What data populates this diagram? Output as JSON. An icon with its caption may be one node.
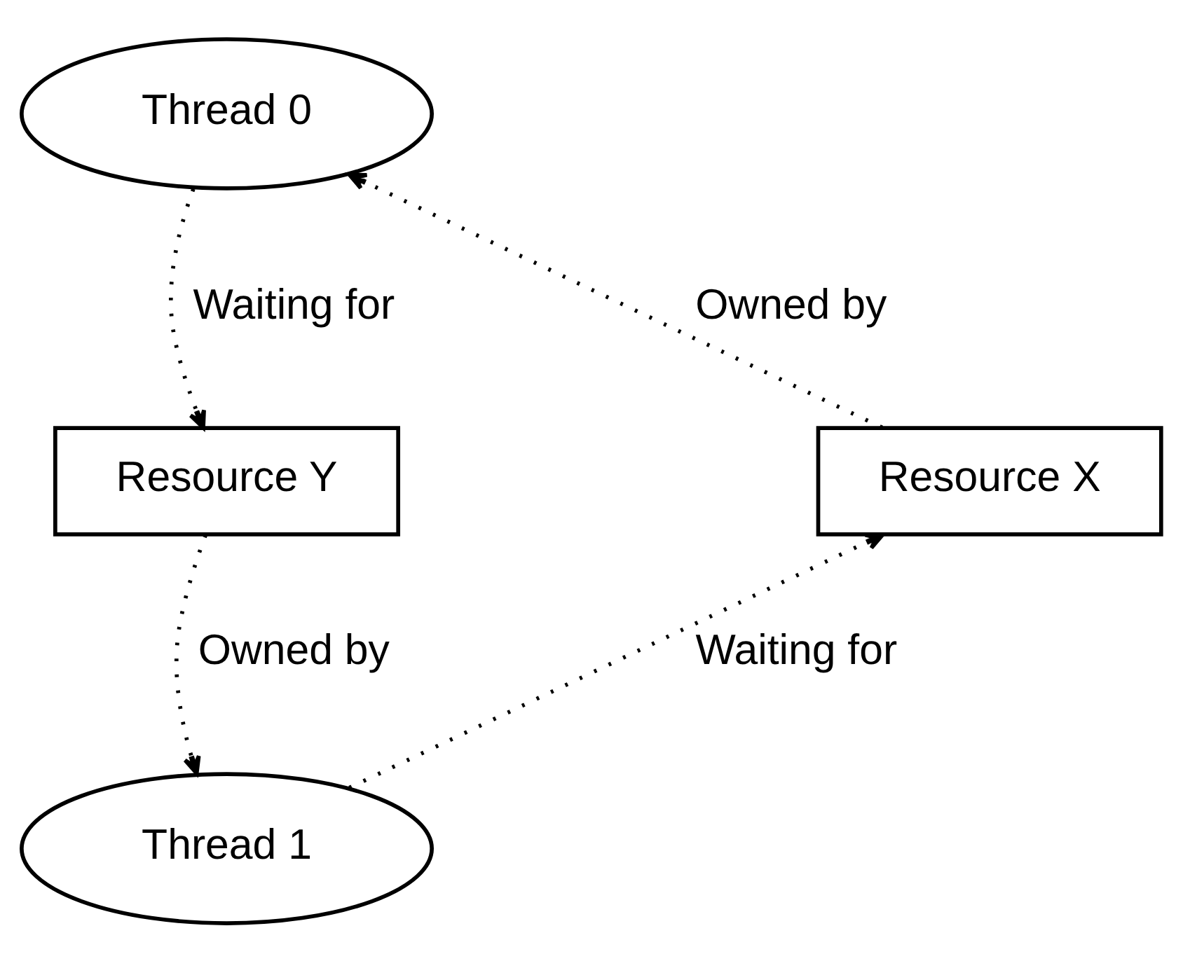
{
  "diagram": {
    "nodes": [
      {
        "text": [
          "Thread 0"
        ]
      },
      {
        "text": [
          "Resource X"
        ]
      },
      {
        "text": [
          "Resource Y"
        ]
      },
      {
        "text": [
          "Thread 1"
        ]
      }
    ],
    "edges": [
      {
        "from": 1,
        "to": 0,
        "arrow": "to",
        "label": "Owned by"
      },
      {
        "from": 0,
        "to": 2,
        "arrow": "to",
        "label": "Waiting for"
      },
      {
        "from": 2,
        "to": 3,
        "arrow": "to",
        "label": "Owned by"
      },
      {
        "from": 3,
        "to": 1,
        "arrow": "to",
        "label": "Waiting for"
      }
    ]
  }
}
